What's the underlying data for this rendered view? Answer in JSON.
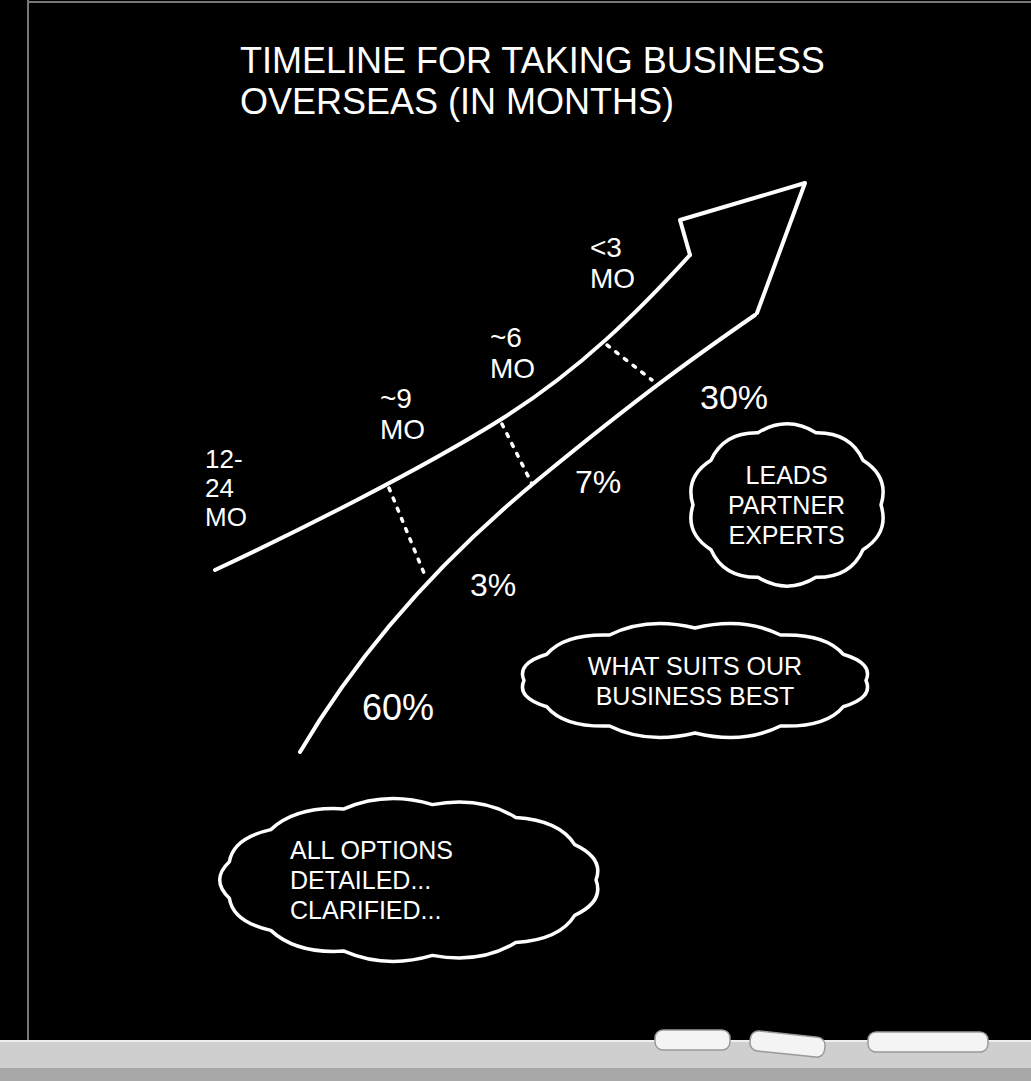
{
  "diagram": {
    "title": "TIMELINE FOR TAKING BUSINESS OVERSEAS (IN MONTHS)",
    "nodes": [
      {
        "text": [
          "LEADS PARTNER EXPERTS"
        ]
      },
      {
        "text": [
          "WHAT SUITS OUR BUSINESS BEST"
        ]
      },
      {
        "text": [
          "ALL OPTIONS DETAILED... CLARIFIED..."
        ]
      }
    ],
    "labels": [
      "12- 24 MO",
      "~9 MO",
      "~6 MO",
      "<3 MO",
      "60%",
      "3%",
      "7%",
      "30%"
    ]
  }
}
